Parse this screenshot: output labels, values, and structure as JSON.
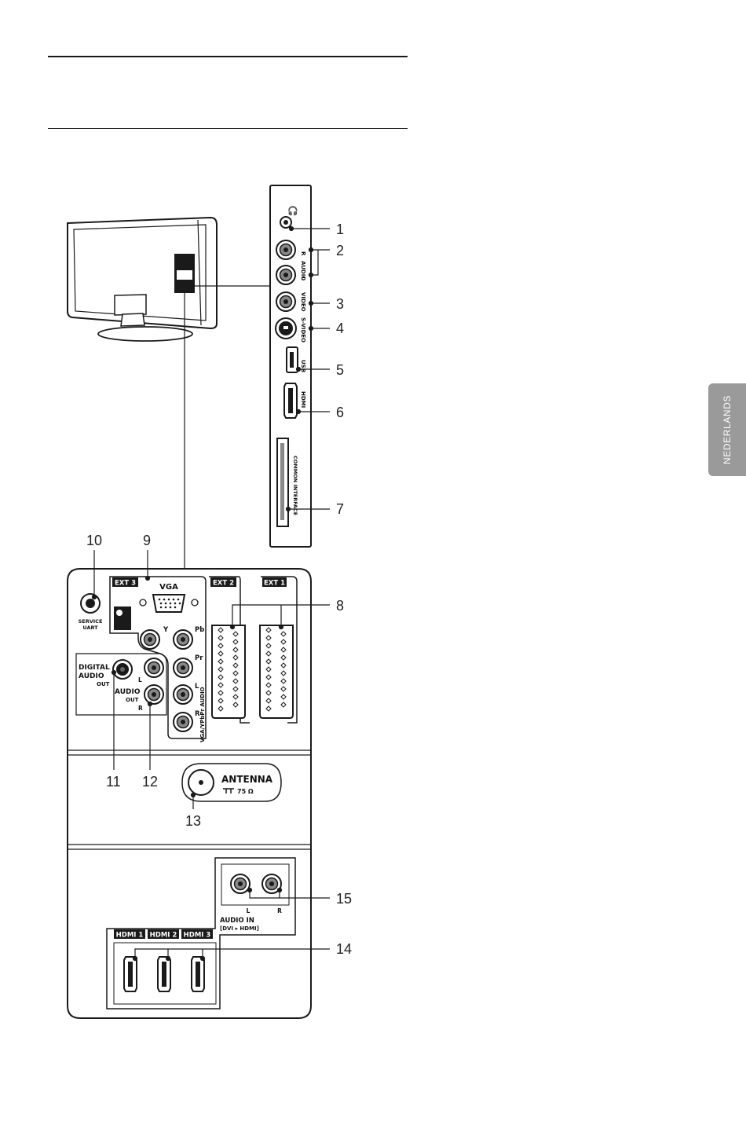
{
  "language_tab": "NEDERLANDS",
  "callouts": [
    "1",
    "2",
    "3",
    "4",
    "5",
    "6",
    "7",
    "8",
    "9",
    "10",
    "11",
    "12",
    "13",
    "14",
    "15"
  ],
  "side_labels": {
    "audio_r": "R",
    "audio": "AUDIO",
    "audio_l": "L",
    "video": "VIDEO",
    "svideo": "S-VIDEO",
    "usb": "USB",
    "hdmi": "HDMI",
    "common_interface": "COMMON INTERFACE"
  },
  "rear_labels": {
    "ext3": "EXT 3",
    "vga": "VGA",
    "ext2": "EXT 2",
    "ext1": "EXT 1",
    "service_line1": "SERVICE",
    "service_line2": "UART",
    "y": "Y",
    "pb": "Pb",
    "pr": "Pr",
    "l": "L",
    "r": "R",
    "vga_ypbpr_audio": "VGA/YPbPr AUDIO",
    "digital": "DIGITAL",
    "digital_audio": "AUDIO",
    "digital_out": "OUT",
    "audio_out": "AUDIO",
    "audio_out_out": "OUT",
    "audio_out_l": "L",
    "audio_out_r": "R",
    "antenna": "ANTENNA",
    "antenna_ohm": "75 Ω",
    "audio_in_l": "L",
    "audio_in_r": "R",
    "audio_in": "AUDIO IN",
    "dvi_hdmi": "[DVI ▸ HDMI]",
    "hdmi1": "HDMI 1",
    "hdmi2": "HDMI 2",
    "hdmi3": "HDMI 3"
  },
  "colors": {
    "ink": "#1a1a1a",
    "tab": "#9a9a9a",
    "jack_gray": "#888888"
  }
}
